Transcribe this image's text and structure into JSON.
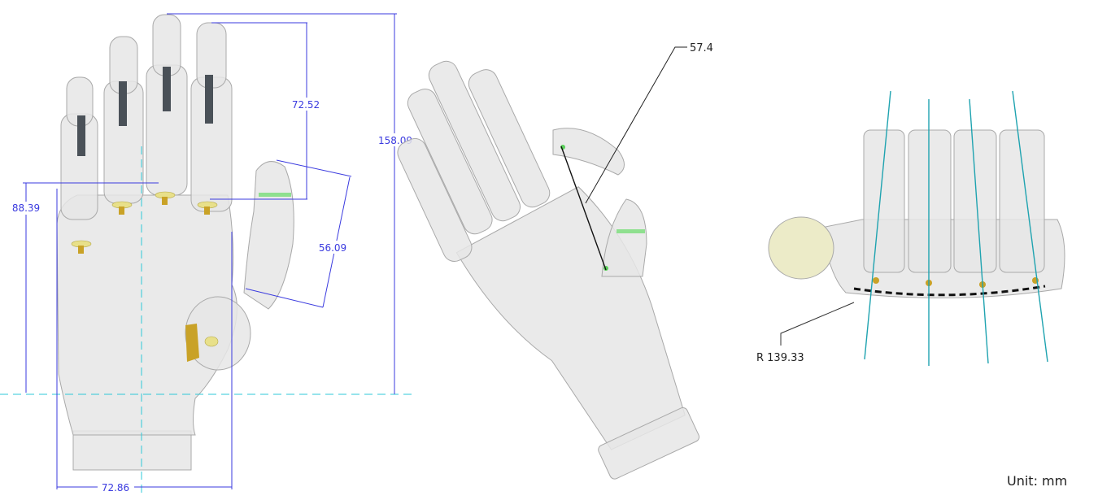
{
  "front_view": {
    "dimensions": {
      "overall_length": "158.09",
      "middle_finger_length": "72.52",
      "palm_length": "88.39",
      "thumb_length": "56.09",
      "palm_width": "72.86"
    },
    "colors": {
      "dimension": "#3a3adf",
      "centerline": "#2ec8d8"
    }
  },
  "grasp_view": {
    "pinch_aperture": "57.4"
  },
  "end_view": {
    "arc_radius": "R 139.33",
    "colors": {
      "finger_axis": "#1fa3b0"
    }
  },
  "unit_label": "Unit: mm"
}
